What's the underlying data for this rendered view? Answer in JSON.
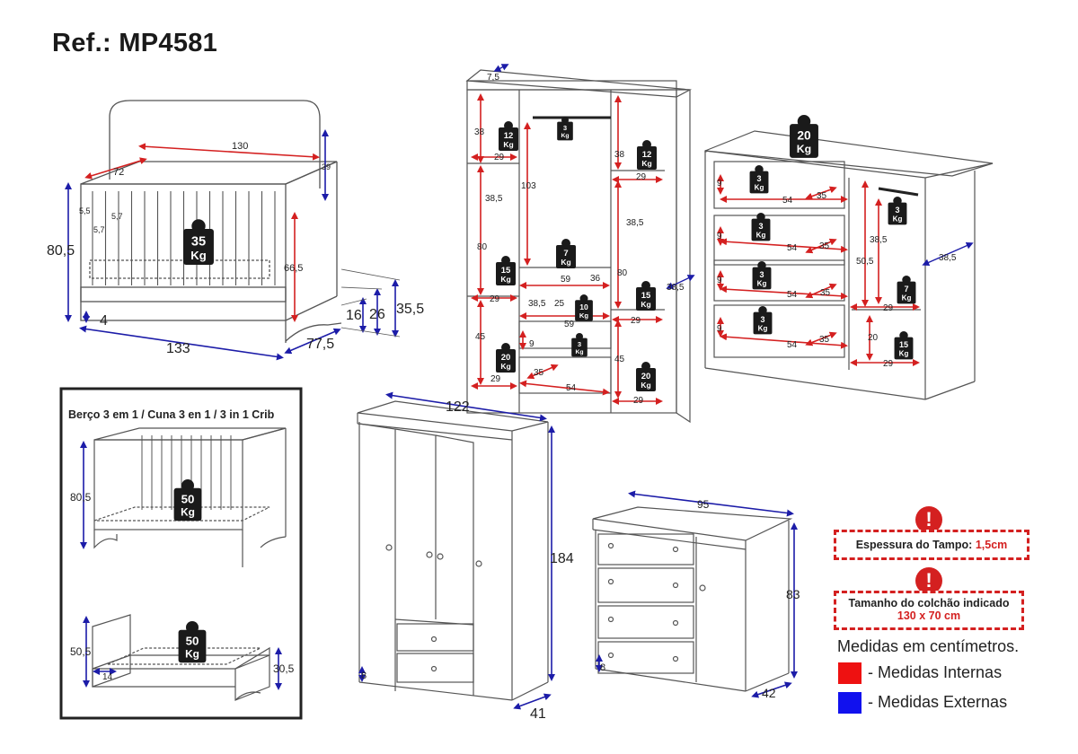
{
  "ref_title": "Ref.: MP4581",
  "crib": {
    "dims": {
      "top_width": "130",
      "top_depth": "72",
      "headboard": "39",
      "height": "80,5",
      "inner_height": "66,5",
      "width": "133",
      "depth": "77,5",
      "h16": "16",
      "h26": "26",
      "h35": "35,5",
      "base": "4",
      "gap1": "5,5",
      "gap2": "5,7",
      "gap3": "5,7"
    },
    "weight": [
      "35",
      "Kg"
    ]
  },
  "conversion": {
    "title": "Berço 3 em 1 / Cuna 3 en 1 / 3 in 1 Crib",
    "sofa": {
      "height": "80,5",
      "weight": [
        "50",
        "Kg"
      ]
    },
    "bed": {
      "height_left": "50,5",
      "height_right": "30,5",
      "base": "14",
      "weight": [
        "50",
        "Kg"
      ]
    }
  },
  "wardrobe_interior": {
    "top": "7,5",
    "labels": [
      "38",
      "29",
      "38,5",
      "80",
      "103",
      "38",
      "29",
      "38,5",
      "80",
      "29",
      "45",
      "29",
      "59",
      "36",
      "38,5",
      "25",
      "59",
      "9",
      "35",
      "54",
      "29",
      "45",
      "29",
      "38,5"
    ],
    "weights": [
      [
        "12",
        "Kg"
      ],
      [
        "3",
        "Kg"
      ],
      [
        "12",
        "Kg"
      ],
      [
        "7",
        "Kg"
      ],
      [
        "15",
        "Kg"
      ],
      [
        "15",
        "Kg"
      ],
      [
        "10",
        "Kg"
      ],
      [
        "20",
        "Kg"
      ],
      [
        "3",
        "Kg"
      ],
      [
        "20",
        "Kg"
      ]
    ]
  },
  "dresser_interior": {
    "top_weight": [
      "20",
      "Kg"
    ],
    "drawer_weights": [
      [
        "3",
        "Kg"
      ],
      [
        "3",
        "Kg"
      ],
      [
        "3",
        "Kg"
      ],
      [
        "3",
        "Kg"
      ]
    ],
    "side_weights": [
      [
        "3",
        "Kg"
      ],
      [
        "7",
        "Kg"
      ],
      [
        "15",
        "Kg"
      ]
    ],
    "labels": [
      "9",
      "54",
      "35",
      "9",
      "54",
      "35",
      "9",
      "54",
      "35",
      "9",
      "54",
      "35",
      "38,5",
      "50,5",
      "29",
      "20",
      "29",
      "38,5"
    ]
  },
  "wardrobe_exterior": {
    "width": "122",
    "height": "184",
    "depth": "41",
    "foot": "8"
  },
  "dresser_exterior": {
    "width": "95",
    "height": "83",
    "depth": "42",
    "foot": "8"
  },
  "notes": {
    "thickness_label": "Espessura do Tampo:",
    "thickness_value": "1,5cm",
    "mattress_label": "Tamanho do colchão indicado",
    "mattress_value": "130 x 70 cm",
    "icon": "!"
  },
  "legend": {
    "units": "Medidas em centímetros.",
    "internal": "- Medidas Internas",
    "external": "- Medidas Externas",
    "internal_color": "#ee1111",
    "external_color": "#1111ee"
  },
  "colors": {
    "red": "#d42020",
    "blue": "#1c1ca8",
    "line": "#555555"
  }
}
